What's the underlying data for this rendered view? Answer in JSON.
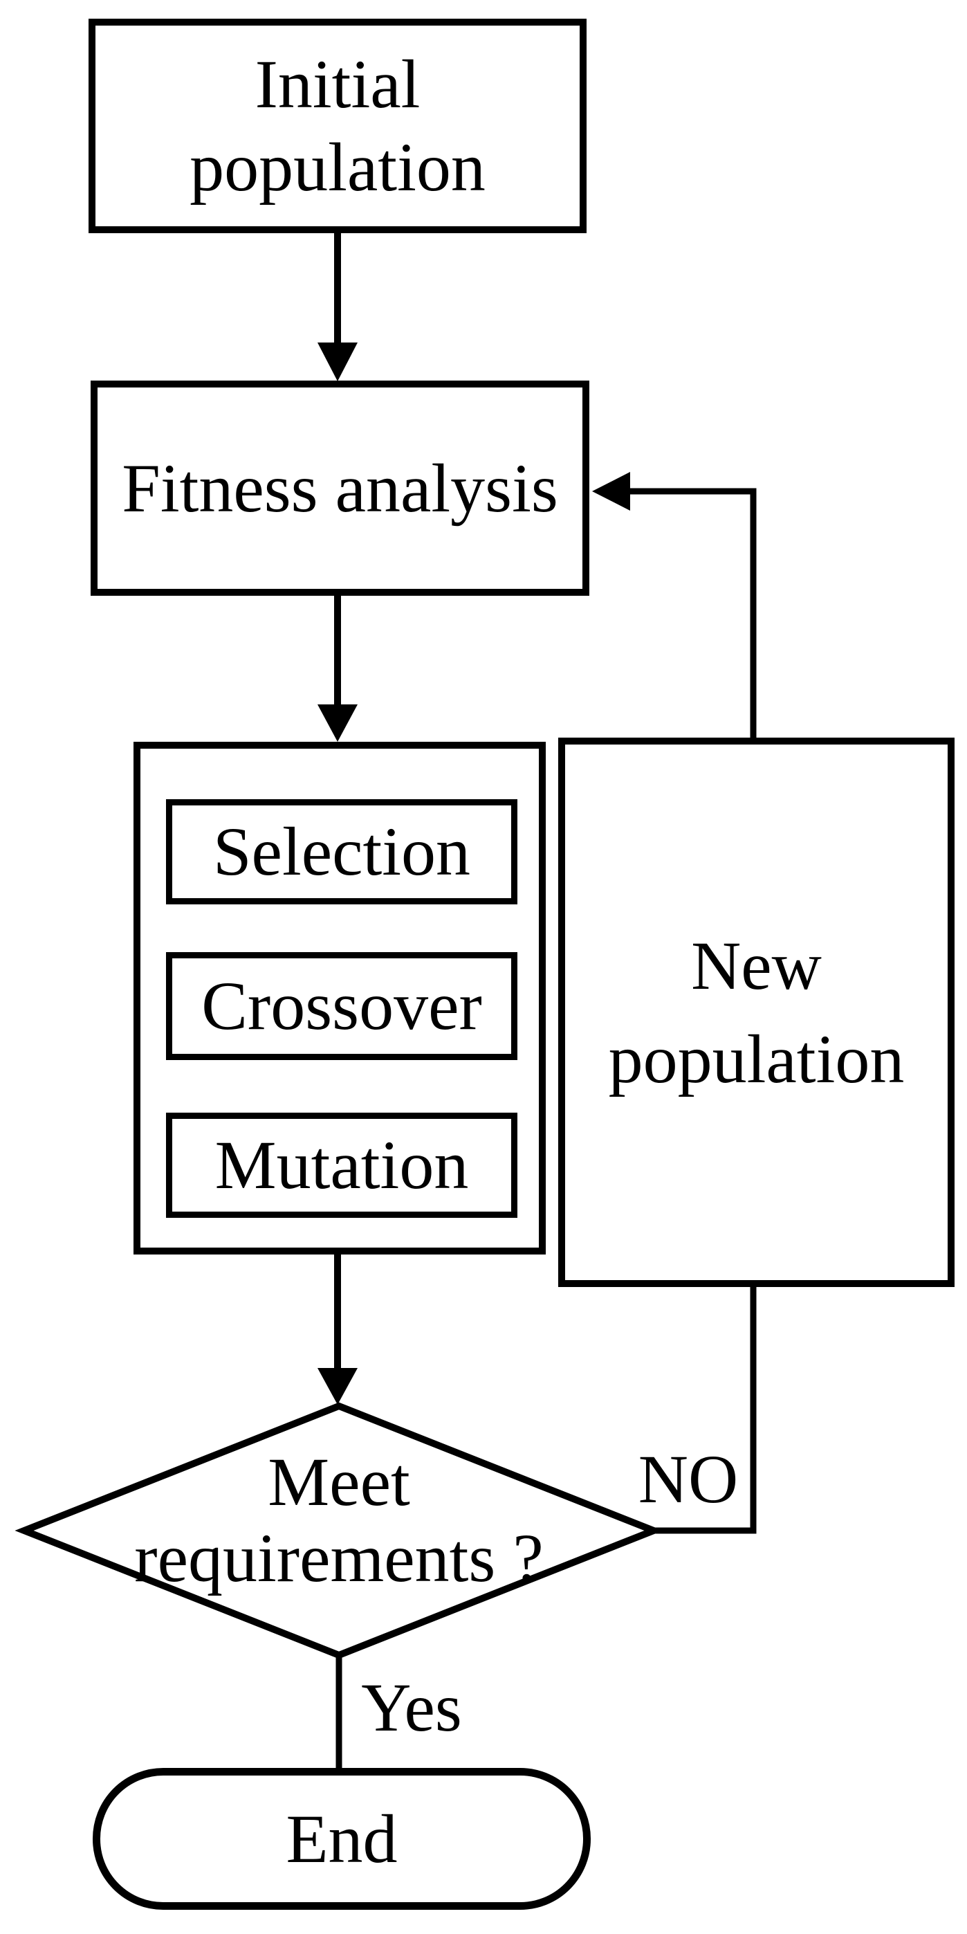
{
  "diagram": {
    "type": "flowchart",
    "colors": {
      "stroke": "#000000",
      "background": "#ffffff",
      "text": "#000000"
    },
    "nodes": {
      "initial_population": {
        "shape": "rect",
        "line1": "Initial",
        "line2": "population"
      },
      "fitness_analysis": {
        "shape": "rect",
        "label": "Fitness analysis"
      },
      "operators_group": {
        "shape": "rect",
        "label": ""
      },
      "selection": {
        "shape": "rect",
        "label": "Selection"
      },
      "crossover": {
        "shape": "rect",
        "label": "Crossover"
      },
      "mutation": {
        "shape": "rect",
        "label": "Mutation"
      },
      "new_population": {
        "shape": "rect",
        "line1": "New",
        "line2": "population"
      },
      "decision": {
        "shape": "diamond",
        "line1": "Meet",
        "line2": "requirements ?"
      },
      "end": {
        "shape": "stadium",
        "label": "End"
      }
    },
    "edges": [
      {
        "from": "initial_population",
        "to": "fitness_analysis",
        "label": ""
      },
      {
        "from": "fitness_analysis",
        "to": "operators_group",
        "label": ""
      },
      {
        "from": "operators_group",
        "to": "decision",
        "label": ""
      },
      {
        "from": "decision",
        "to": "end",
        "label": "Yes"
      },
      {
        "from": "decision",
        "to": "new_population",
        "label": "NO"
      },
      {
        "from": "new_population",
        "to": "fitness_analysis",
        "label": ""
      }
    ],
    "labels": {
      "no": "NO",
      "yes": "Yes"
    }
  }
}
